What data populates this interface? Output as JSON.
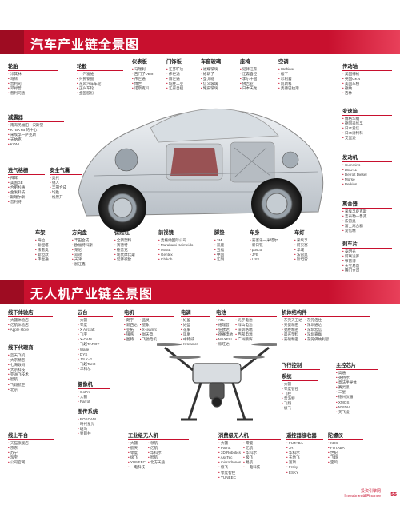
{
  "car_section": {
    "title": "汽车产业链全景图",
    "boxes": {
      "wheel": {
        "label": "轮胎",
        "items": [
          [
            "米其林",
            "马牌",
            "普利司",
            "邓禄普",
            "普利司通"
          ]
        ]
      },
      "hub": {
        "label": "轮毂",
        "items": [
          [
            "一汽富维",
            "兴民钢圈",
            "东风汽车车轮",
            "正兴车轮",
            "金固股份"
          ]
        ]
      },
      "dash": {
        "label": "仪表板",
        "items": [
          [
            "马瑞利",
            "西门子VDO",
            "伟世通",
            "博世",
            "诺斯克科"
          ]
        ]
      },
      "door": {
        "label": "门饰板",
        "items": [
          [
            "江苏旷达",
            "伟世通",
            "博世通",
            "均胜工业",
            "江森自控"
          ]
        ]
      },
      "glass": {
        "label": "车窗玻璃",
        "items": [
          [
            "福耀玻璃",
            "旭硝子",
            "圣戈班",
            "信义玻璃",
            "耀皮玻璃"
          ]
        ]
      },
      "seat": {
        "label": "座椅",
        "items": [
          [
            "延锋江森",
            "江森自控",
            "李尔中国",
            "佛吉亚",
            "日本天龙"
          ]
        ]
      },
      "hvac": {
        "label": "空调",
        "items": [
          [
            "Webinar",
            "松下",
            "彩利蓄",
            "阿斯科",
            "奥德巴拉斯"
          ]
        ]
      },
      "drive": {
        "label": "传动轴",
        "items": [
          [
            "美国博格",
            "英国GKN",
            "美国车桥",
            "德纳",
            "吉林"
          ]
        ]
      },
      "shock": {
        "label": "减震器",
        "items": [
          [
            "南海民福田一汉斯堂",
            "KYBKYB 的中心",
            "采埃孚一萨克斯",
            "天纳克",
            "KONI"
          ]
        ]
      },
      "gearbox": {
        "label": "变速箱",
        "items": [
          [
            "博格华纳",
            "德国采埃孚",
            "日本爱信",
            "日本清特科",
            "艾里逊"
          ]
        ]
      },
      "intake": {
        "label": "进气格栅",
        "items": [
          [
            "拜耳",
            "美国GE",
            "合肥杉通",
            "金发科技",
            "斯瑞尔斯",
            "普利特"
          ]
        ]
      },
      "airbag": {
        "label": "安全气囊",
        "items": [
          [
            "奥托",
            "锦人",
            "丰田合成",
            "均胜",
            "松原开"
          ]
        ]
      },
      "engine": {
        "label": "发动机",
        "items": [
          [
            "Cummins",
            "DEUTZ",
            "Detroit Diesel",
            "Morse",
            "Perkins"
          ]
        ]
      },
      "clutch": {
        "label": "离合器",
        "items": [
          [
            "采埃孚萨克斯",
            "吉泰勒—鲁克",
            "法雷奥",
            "富士离合器",
            "爱信精"
          ]
        ]
      },
      "brake": {
        "label": "刹车片",
        "items": [
          [
            "泰明光",
            "阿联凌罗",
            "布雷博",
            "天宝易逸",
            "腾门立可"
          ]
        ]
      },
      "frame": {
        "label": "车架",
        "items": [
          [
            "海拉",
            "斯坦塔",
            "法雷奥",
            "斯坦默",
            "伟世通"
          ]
        ]
      },
      "steer": {
        "label": "方向盘",
        "items": [
          [
            "丰田合成",
            "欧福特科斯",
            "莱尼",
            "双效",
            "天津",
            "浙江鑫"
          ]
        ]
      },
      "bumper": {
        "label": "保险杠",
        "items": [
          [
            "全新塑料",
            "赛德特",
            "德普克",
            "现代摩比斯",
            "延锋彼欧"
          ]
        ]
      },
      "headlight": {
        "label": "前视镜",
        "items": [
          [
            "麦格纳国际公司",
            "Murakami Kaimeido",
            "MSSL",
            "Gentex",
            "Ichikoh"
          ]
        ]
      },
      "pedal": {
        "label": "脚垫",
        "items": [
          [
            "3M",
            "双鹿",
            "五福",
            "中国",
            "江阴"
          ]
        ]
      },
      "body": {
        "label": "车身",
        "items": [
          [
            "安塞乐一米塔尔",
            "新日铁",
            "posco",
            "JFE",
            "USS"
          ]
        ]
      },
      "lamp": {
        "label": "车灯",
        "items": [
          [
            "采埃孚",
            "阿贝塞",
            "华域",
            "法雷奥",
            "斯坦雷"
          ]
        ]
      }
    }
  },
  "drone_section": {
    "title": "无人机产业链全景图",
    "boxes": {
      "offline": {
        "label": "线下体验店",
        "items": [
          [
            "大疆体验店",
            "亿航体验店",
            "Apple store"
          ]
        ]
      },
      "cloud": {
        "label": "云台",
        "items": [
          [
            "大疆",
            "零度",
            "X Aircraft",
            "飞宇",
            "X-CAM",
            "飞越TAROT",
            "Walle",
            "DYS",
            "JJLK-G",
            "飞越Tarot",
            "华科尔"
          ]
        ]
      },
      "motor": {
        "label": "电机",
        "items": [
          [
            "朗宇",
            "新西达",
            "亚拓",
            "银燕",
            "图特"
          ],
          [
            "品灵",
            "壁象",
            "X-teamrc",
            "尚天电",
            "飞驰电机"
          ]
        ]
      },
      "esc": {
        "label": "电调",
        "items": [
          [
            "好盈",
            "好盈",
            "花果",
            "凤凰",
            "中特威",
            "X-teamrc"
          ]
        ]
      },
      "battery": {
        "label": "电池",
        "items": [
          [
            "ATL",
            "格瑞普",
            "狂欧达",
            "德赛电池",
            "MAXELL",
            "欣旺达"
          ],
          [
            "光宇电池",
            "绿山电池",
            "深圳格瑞",
            "西部电源",
            "广州鹏辉"
          ]
        ]
      },
      "airframe": {
        "label": "机体结构件",
        "items": [
          [
            "东莞天卫达",
            "天健精密",
            "劲胜精密",
            "晨光塑料",
            "安硕精密"
          ],
          [
            "东莞佰仕",
            "深圳通达",
            "深圳宏信",
            "深圳嘉磊",
            "东莞佛纳利思"
          ]
        ]
      },
      "agency": {
        "label": "线下代理商",
        "items": [
          [
            "蓝天飞机",
            "大宗精密",
            "七海数码",
            "大宗科技",
            "亚洲飞技术",
            "智航",
            "飞翔航空",
            "北京"
          ]
        ]
      },
      "gimbal": {
        "label": "摄像机",
        "items": [
          [
            "GoPro",
            "大疆",
            "Parrot"
          ]
        ]
      },
      "flightctrl": {
        "label": "飞行控制",
        "items": []
      },
      "system": {
        "label": "系统",
        "items": [
          [
            "大疆",
            "零度智控",
            "飞控",
            "普洛特",
            "飞翔",
            "极飞"
          ]
        ]
      },
      "chip": {
        "label": "主控芯片",
        "items": [
          [
            "高通",
            "英特尔",
            "意法半导体",
            "赛灵思",
            "三星",
            "德州仪器",
            "XMOS",
            "NVIDIA",
            "英飞凌"
          ]
        ]
      },
      "image": {
        "label": "图传系统",
        "items": [
          [
            "BOSCAM",
            "时代星光",
            "斑马",
            "壹目共"
          ]
        ]
      },
      "online": {
        "label": "线上平台",
        "items": [
          [
            "天猫旗舰店",
            "京东",
            "苏宁",
            "淘宝",
            "公司官网"
          ]
        ]
      },
      "industry": {
        "label": "工业级无人机",
        "items": [
          [
            "大疆",
            "航天",
            "零度",
            "极飞",
            "YUNEEC",
            "一电科技"
          ],
          [
            "领航",
            "亿航",
            "华科尔",
            "智航",
            "北方天途"
          ]
        ]
      },
      "consumer": {
        "label": "消费级无人机",
        "items": [
          [
            "大疆",
            "Parrot",
            "3D Robotics",
            "AscTec",
            "microdrones",
            "极飞",
            "零度智控",
            "YUNEEC"
          ],
          [
            "零度",
            "亿航",
            "华科尔",
            "极飞",
            "易航",
            "一电科技"
          ]
        ]
      },
      "remote": {
        "label": "遥控器接收器",
        "items": [
          [
            "FUTABA",
            "JR",
            "华科尔",
            "天地飞",
            "富斯",
            "Frsky",
            "ESKY"
          ]
        ]
      },
      "antenna": {
        "label": "陀螺仪",
        "items": [
          [
            "KDS",
            "FUTABA",
            "世纪",
            "飞翔",
            "宝鸣"
          ]
        ]
      }
    }
  },
  "footer": {
    "source_line1": "投资引擎网",
    "source_line2": "Investment&Finance",
    "page": "55"
  },
  "colors": {
    "accent": "#c8102e",
    "text": "#333333"
  }
}
